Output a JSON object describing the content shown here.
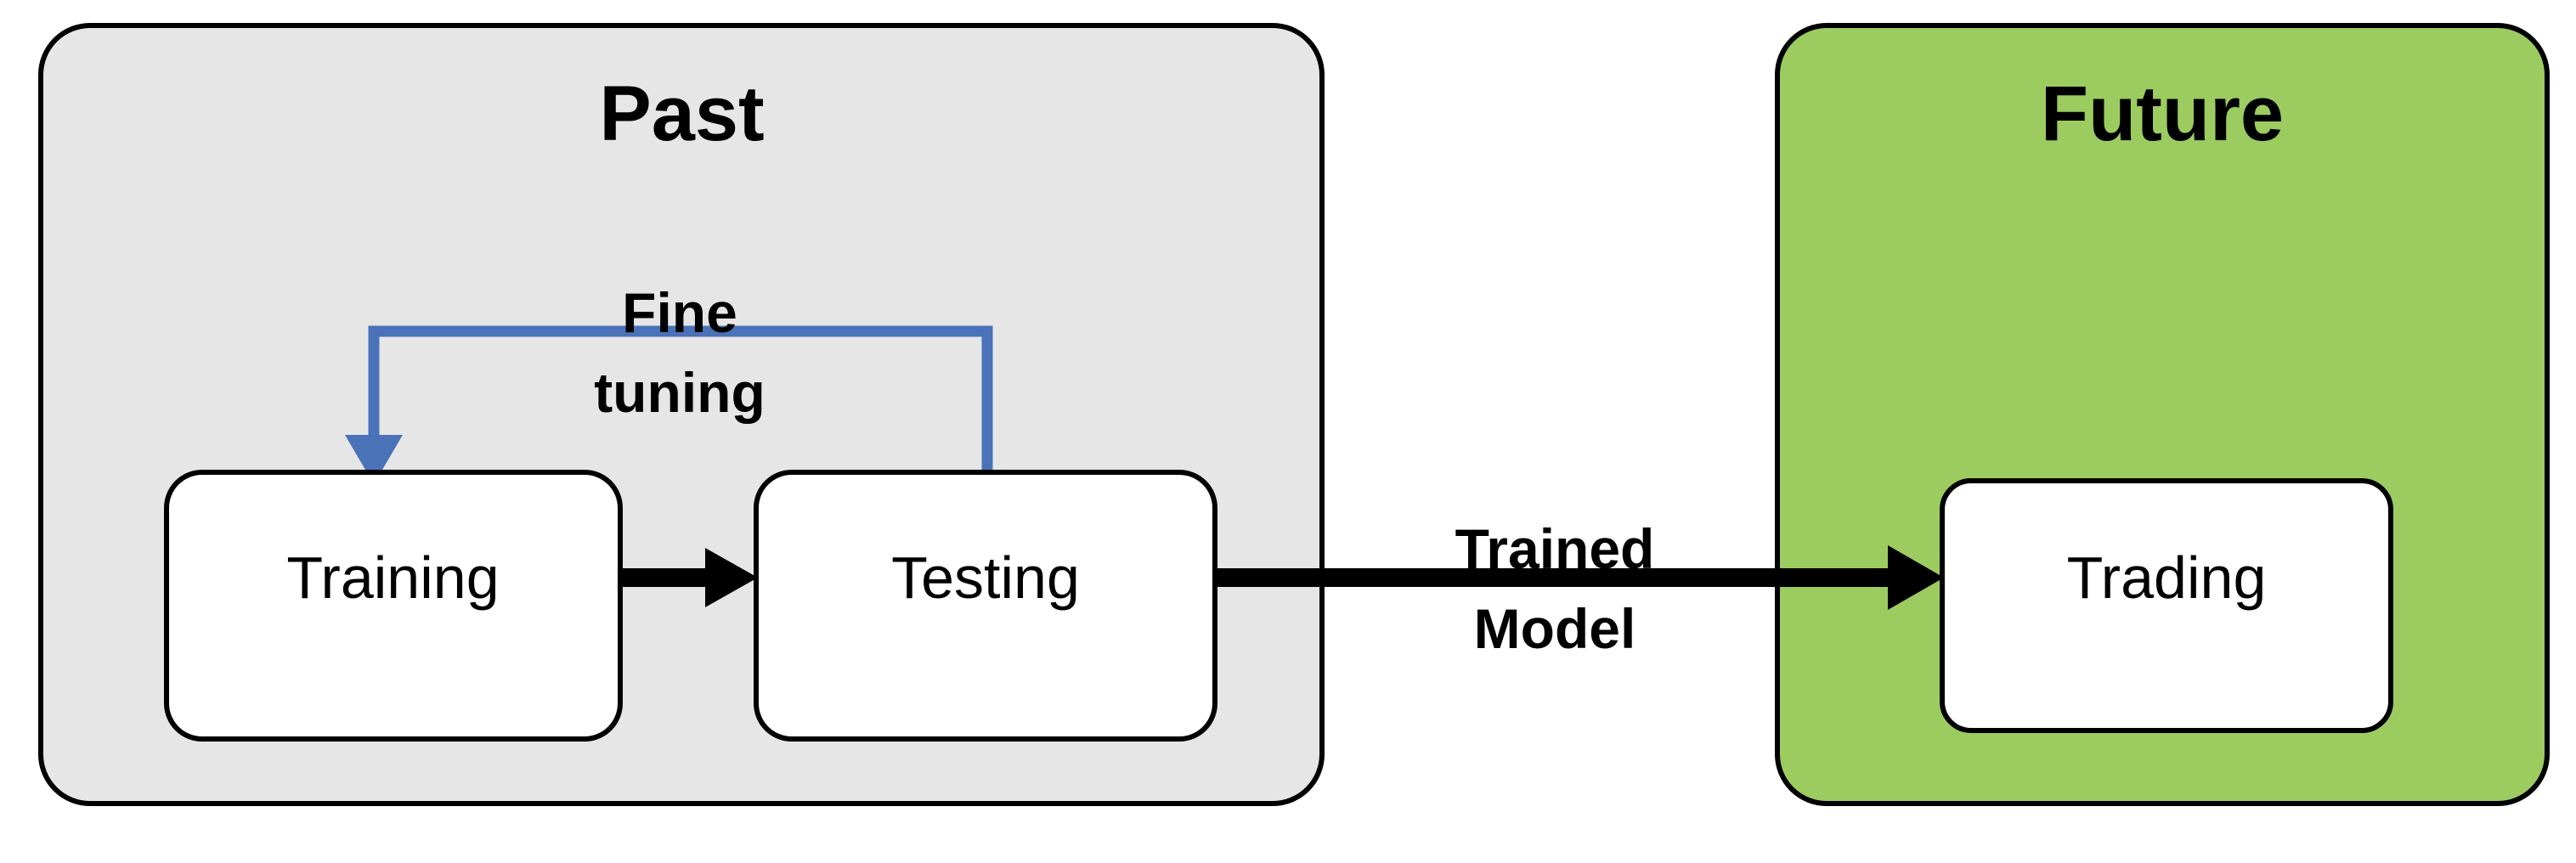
{
  "diagram": {
    "title": "Past and Future model workflow",
    "panels": [
      {
        "id": "past",
        "label": "Past",
        "fill": "#E6E6E6",
        "stroke": "#000000"
      },
      {
        "id": "future",
        "label": "Future",
        "fill": "#9CCB60",
        "stroke": "#000000"
      }
    ],
    "nodes": [
      {
        "id": "training",
        "label": "Training",
        "fill": "#FFFFFF",
        "stroke": "#000000"
      },
      {
        "id": "testing",
        "label": "Testing",
        "fill": "#FFFFFF",
        "stroke": "#000000"
      },
      {
        "id": "trading",
        "label": "Trading",
        "fill": "#FFFFFF",
        "stroke": "#000000"
      }
    ],
    "edges": [
      {
        "id": "train-to-test",
        "from": "training",
        "to": "testing",
        "label": "",
        "color": "#000000",
        "style": "solid-arrow"
      },
      {
        "id": "fine-tuning-feedback",
        "from": "testing",
        "to": "training",
        "label_line1": "Fine",
        "label_line2": "tuning",
        "color": "#4A72B8",
        "style": "elbow-arrow"
      },
      {
        "id": "test-to-trading",
        "from": "testing",
        "to": "trading",
        "label_line1": "Trained",
        "label_line2": "Model",
        "color": "#000000",
        "style": "solid-arrow"
      }
    ],
    "colors": {
      "background": "#FFFFFF",
      "past_panel": "#E6E6E6",
      "future_panel": "#9CCB60",
      "node_fill": "#FFFFFF",
      "outline": "#000000",
      "feedback_arrow": "#4A72B8"
    }
  }
}
